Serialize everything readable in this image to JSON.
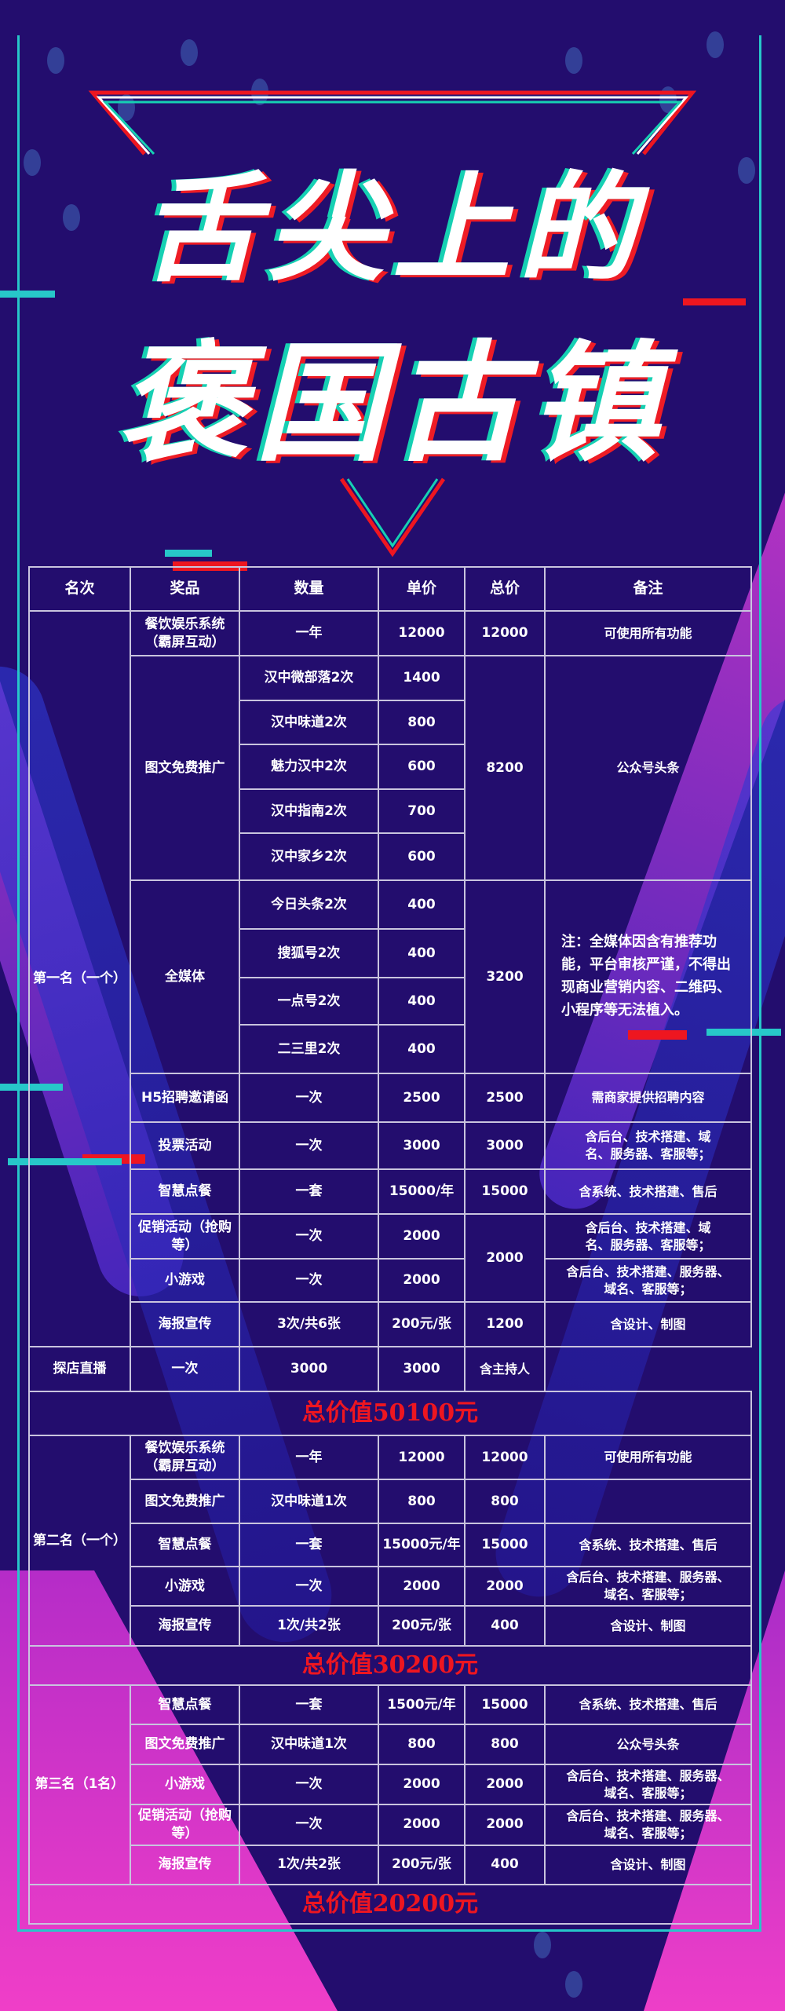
{
  "title": {
    "line1": "舌尖上的",
    "line2": "褒国古镇"
  },
  "table": {
    "headers": [
      "名次",
      "奖品",
      "数量",
      "单价",
      "总价",
      "备注"
    ],
    "rank1": {
      "label": "第一名（一个）",
      "row_catering": {
        "prize": "餐饮娱乐系统（霸屏互动）",
        "qty": "一年",
        "unit": "12000",
        "total": "12000",
        "note": "可使用所有功能"
      },
      "graphic": {
        "prize": "图文免费推广",
        "items": [
          {
            "qty": "汉中微部落2次",
            "unit": "1400"
          },
          {
            "qty": "汉中味道2次",
            "unit": "800"
          },
          {
            "qty": "魅力汉中2次",
            "unit": "600"
          },
          {
            "qty": "汉中指南2次",
            "unit": "700"
          },
          {
            "qty": "汉中家乡2次",
            "unit": "600"
          }
        ],
        "total": "8200",
        "note": "公众号头条"
      },
      "media": {
        "prize": "全媒体",
        "items": [
          {
            "qty": "今日头条2次",
            "unit": "400"
          },
          {
            "qty": "搜狐号2次",
            "unit": "400"
          },
          {
            "qty": "一点号2次",
            "unit": "400"
          },
          {
            "qty": "二三里2次",
            "unit": "400"
          }
        ],
        "total": "3200",
        "note": "注：全媒体因含有推荐功能，平台审核严谨，不得出现商业营销内容、二维码、小程序等无法植入。"
      },
      "h5": {
        "prize": "H5招聘邀请函",
        "qty": "一次",
        "unit": "2500",
        "total": "2500",
        "note": "需商家提供招聘内容"
      },
      "vote": {
        "prize": "投票活动",
        "qty": "一次",
        "unit": "3000",
        "total": "3000",
        "note": "含后台、技术搭建、域名、服务器、客服等；"
      },
      "order": {
        "prize": "智慧点餐",
        "qty": "一套",
        "unit": "15000/年",
        "total": "15000",
        "note": "含系统、技术搭建、售后"
      },
      "promo": {
        "prize": "促销活动（抢购等）",
        "qty": "一次",
        "unit": "2000",
        "note": "含后台、技术搭建、域名、服务器、客服等；"
      },
      "game": {
        "prize": "小游戏",
        "qty": "一次",
        "unit": "2000",
        "note": "含后台、技术搭建、服务器、域名、客服等；"
      },
      "promo_game_total": "2000",
      "poster": {
        "prize": "海报宣传",
        "qty": "3次/共6张",
        "unit": "200元/张",
        "total": "1200",
        "note": "含设计、制图"
      },
      "live": {
        "prize": "探店直播",
        "qty": "一次",
        "unit": "3000",
        "total": "3000",
        "note": "含主持人"
      },
      "sum": "总价值50100元"
    },
    "rank2": {
      "label": "第二名（一个）",
      "rows": [
        {
          "prize": "餐饮娱乐系统（霸屏互动）",
          "qty": "一年",
          "unit": "12000",
          "total": "12000",
          "note": "可使用所有功能"
        },
        {
          "prize": "图文免费推广",
          "qty": "汉中味道1次",
          "unit": "800",
          "total": "800",
          "note": ""
        },
        {
          "prize": "智慧点餐",
          "qty": "一套",
          "unit": "15000元/年",
          "total": "15000",
          "note": "含系统、技术搭建、售后"
        },
        {
          "prize": "小游戏",
          "qty": "一次",
          "unit": "2000",
          "total": "2000",
          "note": "含后台、技术搭建、服务器、域名、客服等；"
        },
        {
          "prize": "海报宣传",
          "qty": "1次/共2张",
          "unit": "200元/张",
          "total": "400",
          "note": "含设计、制图"
        }
      ],
      "sum": "总价值30200元"
    },
    "rank3": {
      "label": "第三名（1名）",
      "rows": [
        {
          "prize": "智慧点餐",
          "qty": "一套",
          "unit": "1500元/年",
          "total": "15000",
          "note": "含系统、技术搭建、售后"
        },
        {
          "prize": "图文免费推广",
          "qty": "汉中味道1次",
          "unit": "800",
          "total": "800",
          "note": "公众号头条"
        },
        {
          "prize": "小游戏",
          "qty": "一次",
          "unit": "2000",
          "total": "2000",
          "note": "含后台、技术搭建、服务器、域名、客服等；"
        },
        {
          "prize": "促销活动（抢购等）",
          "qty": "一次",
          "unit": "2000",
          "total": "2000",
          "note": "含后台、技术搭建、服务器、域名、客服等；"
        },
        {
          "prize": "海报宣传",
          "qty": "1次/共2张",
          "unit": "200元/张",
          "total": "400",
          "note": "含设计、制图"
        }
      ],
      "sum": "总价值20200元"
    }
  },
  "colors": {
    "background": "#230d6e",
    "accent_cyan": "#27c7c9",
    "accent_red": "#ee1620",
    "accent_pink": "#e233c8"
  }
}
